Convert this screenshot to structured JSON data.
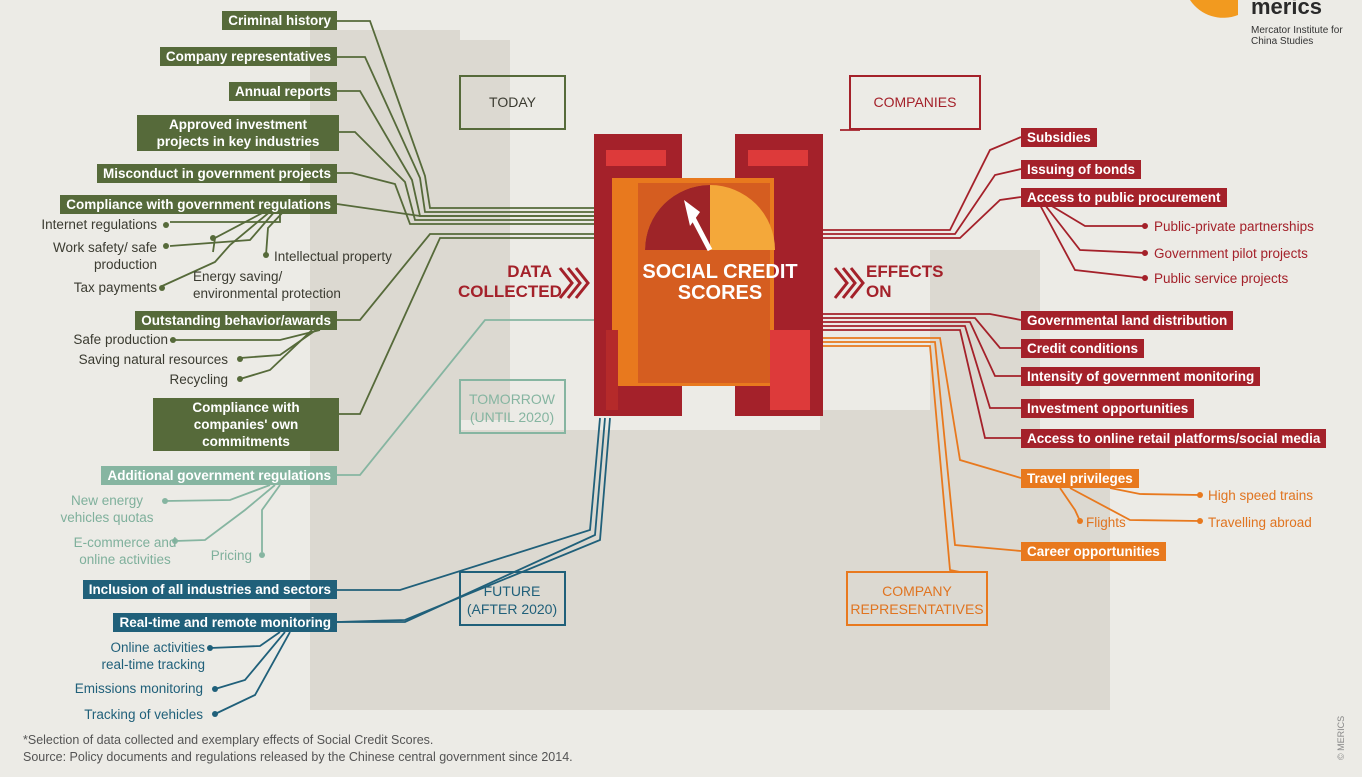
{
  "logo": {
    "name": "merics",
    "tagline": "Mercator Institute for China Studies"
  },
  "center": {
    "title": "SOCIAL CREDIT SCORES",
    "data_collected": "DATA COLLECTED",
    "effects_on": "EFFECTS ON"
  },
  "chips": {
    "today": "TODAY",
    "tomorrow": "TOMORROW (UNTIL 2020)",
    "future": "FUTURE (AFTER 2020)",
    "companies": "COMPANIES",
    "company_representatives": "COMPANY REPRESENTATIVES"
  },
  "left": {
    "today": [
      "Criminal history",
      "Company representatives",
      "Annual reports",
      "Approved investment projects in key industries",
      "Misconduct in government projects",
      "Compliance with government regulations",
      "Outstanding behavior/awards",
      "Compliance with companies' own commitments"
    ],
    "compliance_subitems": [
      "Internet regulations",
      "Work safety/ safe production",
      "Tax payments",
      "Energy saving/ environmental protection",
      "Intellectual property"
    ],
    "awards_subitems": [
      "Safe production",
      "Saving natural resources",
      "Recycling"
    ],
    "tomorrow": [
      "Additional government regulations"
    ],
    "tomorrow_subitems": [
      "New energy vehicles quotas",
      "E-commerce and online activities",
      "Pricing"
    ],
    "future": [
      "Inclusion of all industries and sectors",
      "Real-time and remote monitoring"
    ],
    "future_subitems": [
      "Online activities real-time tracking",
      "Emissions monitoring",
      "Tracking of vehicles"
    ]
  },
  "right": {
    "companies": [
      "Subsidies",
      "Issuing of bonds",
      "Access to public procurement"
    ],
    "procurement_subitems": [
      "Public-private partnerships",
      "Government pilot projects",
      "Public service projects"
    ],
    "both": [
      "Governmental land distribution",
      "Credit conditions",
      "Intensity of government monitoring",
      "Investment opportunities",
      "Access to online retail platforms/social media"
    ],
    "representatives": [
      "Travel privileges",
      "Career opportunities"
    ],
    "travel_subitems": [
      "High speed trains",
      "Flights",
      "Travelling abroad"
    ]
  },
  "footnote": "*Selection of data collected and exemplary effects of Social Credit Scores.",
  "source": "Source: Policy documents and regulations released by the Chinese central government since 2014.",
  "copyright": "© MERICS",
  "colors": {
    "today": "#566a3a",
    "tomorrow": "#86b5a1",
    "future": "#20607a",
    "companies": "#a4212a",
    "representatives": "#e8791e",
    "background": "#ecebe6"
  }
}
